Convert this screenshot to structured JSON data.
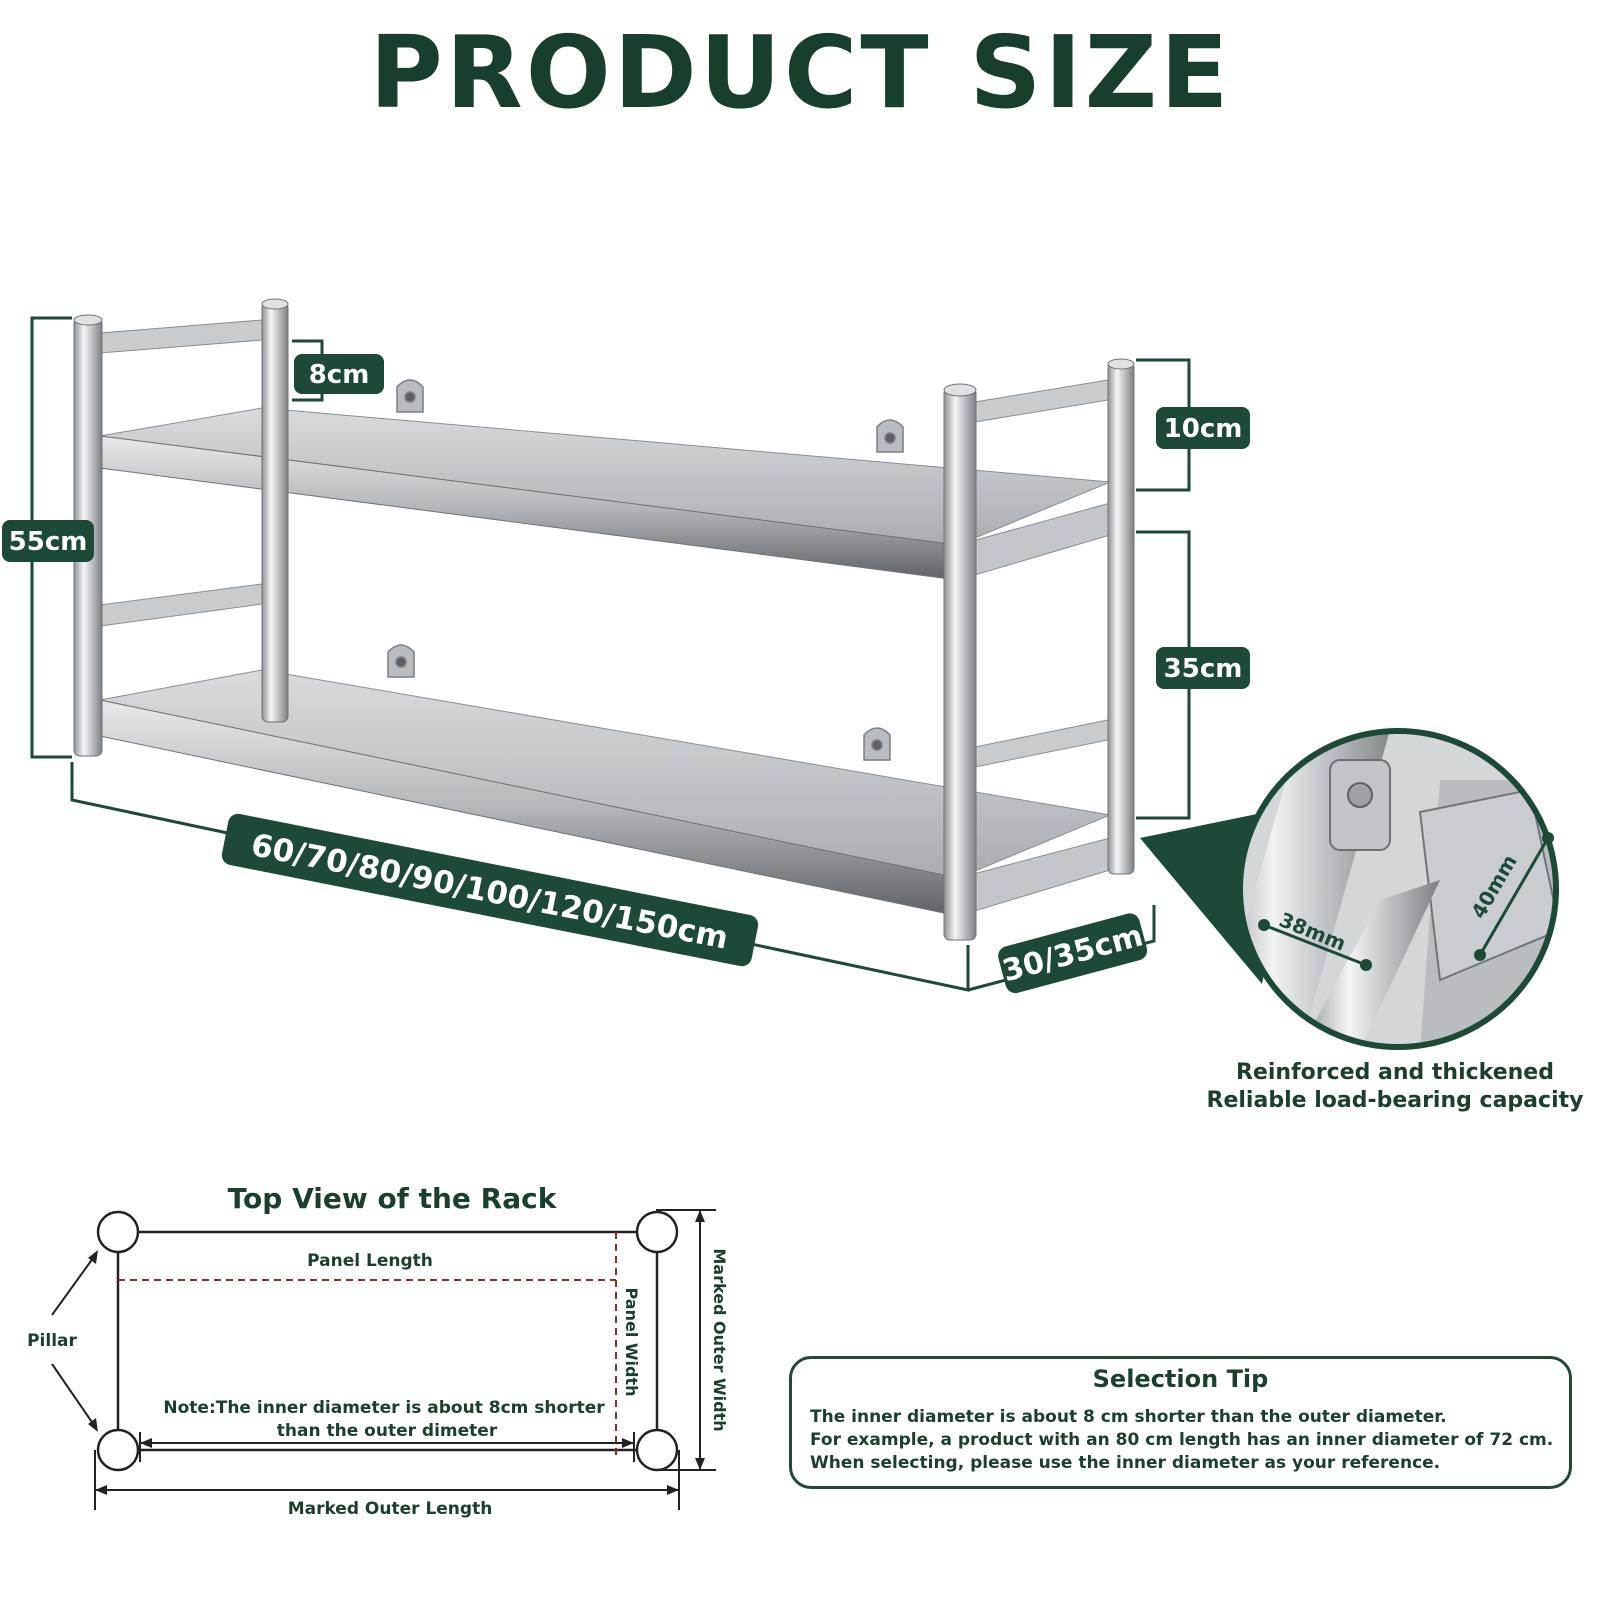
{
  "title": "PRODUCT SIZE",
  "dimensions": {
    "top_rail": "8cm",
    "total_height": "55cm",
    "right_top": "10cm",
    "shelf_gap": "35cm",
    "length": "60/70/80/90/100/120/150cm",
    "depth": "30/35cm"
  },
  "detail": {
    "tube": "38mm",
    "board": "40mm",
    "caption_line1": "Reinforced and thickened",
    "caption_line2": "Reliable load-bearing capacity"
  },
  "top_view": {
    "title": "Top View of the Rack",
    "panel_length": "Panel Length",
    "panel_width": "Panel Width",
    "outer_width": "Marked Outer Width",
    "pillar": "Pillar",
    "note_line1": "Note:The inner diameter is about 8cm shorter",
    "note_line2": "than the outer dimeter",
    "outer_length": "Marked Outer Length"
  },
  "selection_tip": {
    "title": "Selection Tip",
    "line1": "The inner diameter is about 8 cm shorter than the outer diameter.",
    "line2": "For example, a product with an 80 cm length has an inner diameter of 72 cm.",
    "line3": "When selecting, please use the inner diameter as your reference."
  },
  "colors": {
    "dark_green": "#1d4a36",
    "steel": "#b8bcc0",
    "dashed": "#8b2c2c"
  }
}
